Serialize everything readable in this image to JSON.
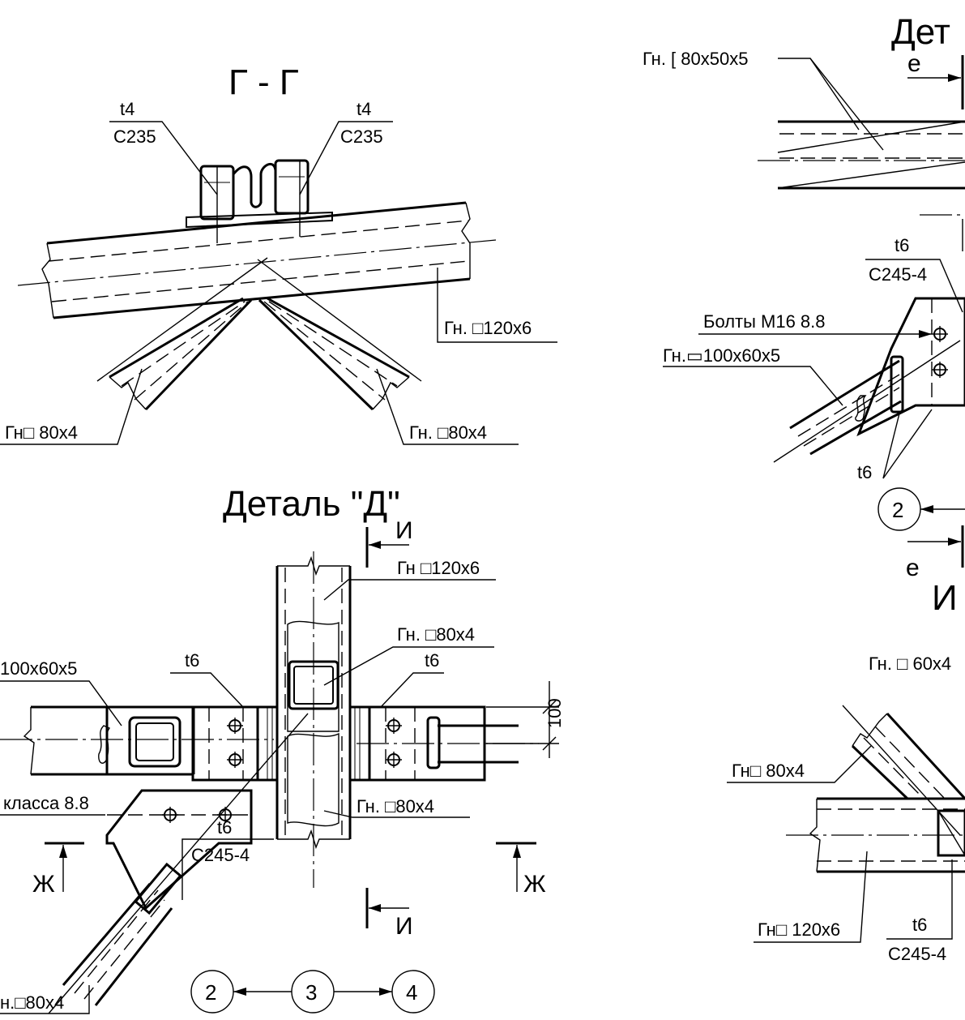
{
  "titles": {
    "section_gg": "Г - Г",
    "detail_d": "Деталь \"Д\"",
    "detail_e_partial": "Дет",
    "section_i": "И"
  },
  "section_gg": {
    "plate_left_top": "t4",
    "plate_left_bottom": "C235",
    "plate_right_top": "t4",
    "plate_right_bottom": "C235",
    "chord": "Гн. □120x6",
    "brace_left": "Гн□ 80x4",
    "brace_right": "Гн. □80x4"
  },
  "detail_d": {
    "cut_letter_top": "И",
    "cut_letter_bottom": "И",
    "cut_letter_left": "Ж",
    "cut_letter_right": "Ж",
    "column_label": "Гн □120x6",
    "web_label_top": "Гн. □80x4",
    "web_label_bottom": "Гн. □80x4",
    "left_label_partial": "100x60x5",
    "bolt_label_partial": "класса 8.8",
    "t6_left": "t6",
    "t6_right": "t6",
    "plate_top": "t6",
    "plate_bottom": "C245-4",
    "dim_100": "100",
    "brace_partial": "н.□80x4",
    "axis_2": "2",
    "axis_3": "3",
    "axis_4": "4"
  },
  "detail_e": {
    "channel_label": "Гн. [ 80x50x5",
    "cut_e_top": "е",
    "cut_e_bottom": "е",
    "plate_top": "t6",
    "plate_bottom": "C245-4",
    "bolts": "Болты М16 8.8",
    "rect_tube": "Гн.▭100x60x5",
    "t6_weld": "t6",
    "axis_2": "2"
  },
  "section_i": {
    "top_label_partial": "Гн. □ 60x4",
    "brace": "Гн□  80x4",
    "chord": "Гн□ 120x6",
    "plate_top": "t6",
    "plate_bottom": "C245-4"
  }
}
